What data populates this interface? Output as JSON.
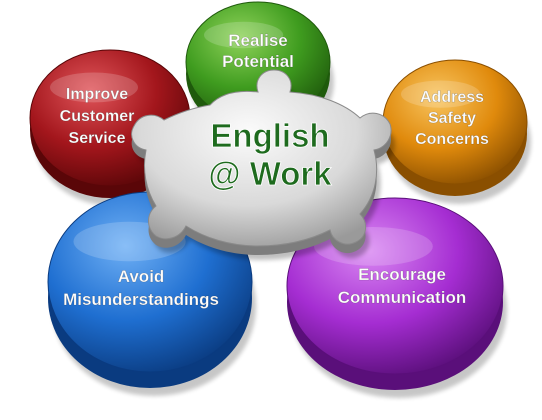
{
  "center": {
    "lines": [
      "English",
      "@ Work"
    ],
    "text_color": "#1e6b1e",
    "plate_color": "#d9d9d9"
  },
  "petals": [
    {
      "key": "top",
      "lines": [
        "Realise",
        "Potential"
      ],
      "color": "#3f9c1f",
      "dark": "#1f5a0c",
      "light": "#8fd35a"
    },
    {
      "key": "right",
      "lines": [
        "Address",
        "Safety",
        "Concerns"
      ],
      "color": "#e08a0c",
      "dark": "#8a4f00",
      "light": "#f8c560"
    },
    {
      "key": "bottom-right",
      "lines": [
        "Encourage",
        "Communication"
      ],
      "color": "#a52dd2",
      "dark": "#5a0f7a",
      "light": "#d987f2"
    },
    {
      "key": "bottom-left",
      "lines": [
        "Avoid",
        "Misunderstandings"
      ],
      "color": "#1f6fd1",
      "dark": "#0a3b80",
      "light": "#6fb0f5"
    },
    {
      "key": "left",
      "lines": [
        "Improve",
        "Customer",
        "Service"
      ],
      "color": "#a3161c",
      "dark": "#5a0608",
      "light": "#e0555a"
    }
  ]
}
